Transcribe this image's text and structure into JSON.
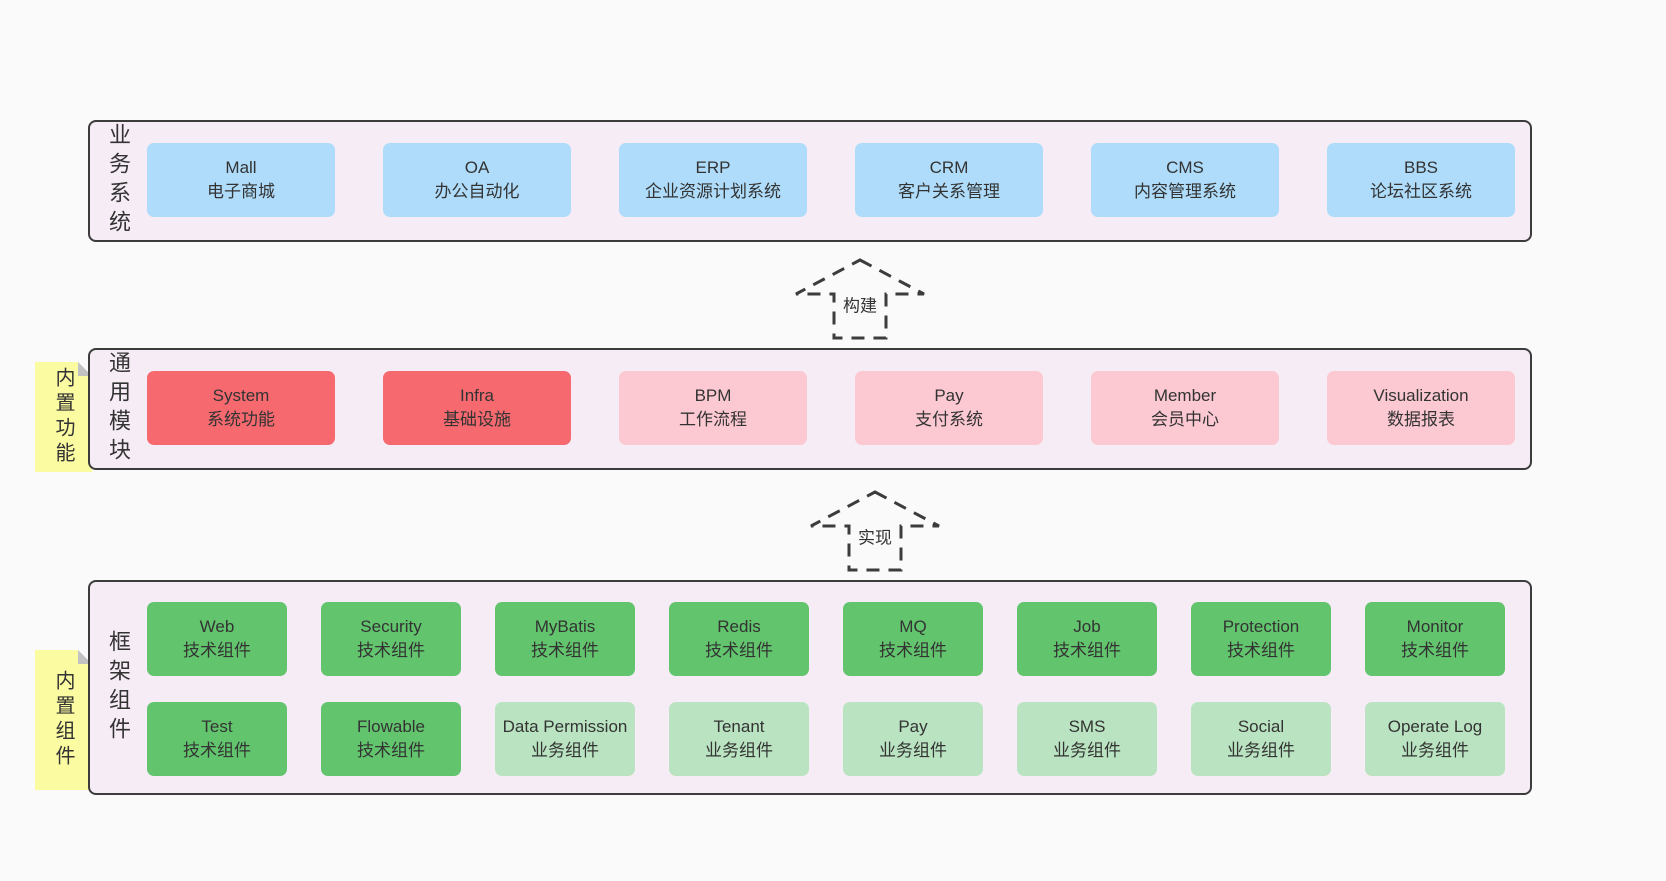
{
  "colors": {
    "page_bg": "#fafafa",
    "layer_bg": "#f6ecf5",
    "layer_border": "#3c3c3c",
    "blue_box": "#aedcfa",
    "red_box": "#f5696f",
    "pink_box": "#fcc9d3",
    "green_box": "#62c46d",
    "light_green_box": "#bae4c1",
    "sticky_yellow": "#fbfba2",
    "text": "#333333"
  },
  "layers": {
    "business": {
      "label": "业务系统",
      "boxes": [
        {
          "en": "Mall",
          "zh": "电子商城"
        },
        {
          "en": "OA",
          "zh": "办公自动化"
        },
        {
          "en": "ERP",
          "zh": "企业资源计划系统"
        },
        {
          "en": "CRM",
          "zh": "客户关系管理"
        },
        {
          "en": "CMS",
          "zh": "内容管理系统"
        },
        {
          "en": "BBS",
          "zh": "论坛社区系统"
        }
      ]
    },
    "modules": {
      "label": "通用模块",
      "sticky": "内置功能",
      "boxes": [
        {
          "en": "System",
          "zh": "系统功能"
        },
        {
          "en": "Infra",
          "zh": "基础设施"
        },
        {
          "en": "BPM",
          "zh": "工作流程"
        },
        {
          "en": "Pay",
          "zh": "支付系统"
        },
        {
          "en": "Member",
          "zh": "会员中心"
        },
        {
          "en": "Visualization",
          "zh": "数据报表"
        }
      ]
    },
    "framework": {
      "label": "框架组件",
      "sticky": "内置组件",
      "row1": [
        {
          "en": "Web",
          "zh": "技术组件"
        },
        {
          "en": "Security",
          "zh": "技术组件"
        },
        {
          "en": "MyBatis",
          "zh": "技术组件"
        },
        {
          "en": "Redis",
          "zh": "技术组件"
        },
        {
          "en": "MQ",
          "zh": "技术组件"
        },
        {
          "en": "Job",
          "zh": "技术组件"
        },
        {
          "en": "Protection",
          "zh": "技术组件"
        },
        {
          "en": "Monitor",
          "zh": "技术组件"
        }
      ],
      "row2": [
        {
          "en": "Test",
          "zh": "技术组件"
        },
        {
          "en": "Flowable",
          "zh": "技术组件"
        },
        {
          "en": "Data Permission",
          "zh": "业务组件"
        },
        {
          "en": "Tenant",
          "zh": "业务组件"
        },
        {
          "en": "Pay",
          "zh": "业务组件"
        },
        {
          "en": "SMS",
          "zh": "业务组件"
        },
        {
          "en": "Social",
          "zh": "业务组件"
        },
        {
          "en": "Operate Log",
          "zh": "业务组件"
        }
      ]
    }
  },
  "arrows": {
    "build": "构建",
    "implement": "实现"
  }
}
